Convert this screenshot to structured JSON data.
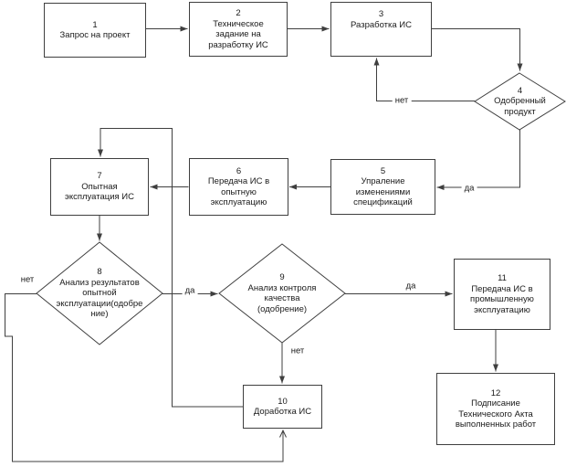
{
  "flowchart": {
    "nodes": {
      "n1": {
        "num": "1",
        "label": "Запрос на проект"
      },
      "n2": {
        "num": "2",
        "label": "Техническое задание на разработку ИС"
      },
      "n3": {
        "num": "3",
        "label": "Разработка ИС"
      },
      "n4": {
        "num": "4",
        "label": "Одобренный продукт"
      },
      "n5": {
        "num": "5",
        "label": "Упраление изменениями спецификаций"
      },
      "n6": {
        "num": "6",
        "label": "Передача ИС в опытную эксплуатацию"
      },
      "n7": {
        "num": "7",
        "label": "Опытная эксплуатация ИС"
      },
      "n8": {
        "num": "8",
        "label": "Анализ результатов опытной эксплуатации(одобрение)"
      },
      "n9": {
        "num": "9",
        "label": "Анализ контроля качества (одобрение)"
      },
      "n10": {
        "num": "10",
        "label": "Доработка ИС"
      },
      "n11": {
        "num": "11",
        "label": "Передача ИС в промышленную эксплуатацию"
      },
      "n12": {
        "num": "12",
        "label": "Подписание Технического Акта выполненных работ"
      }
    },
    "edge_labels": {
      "d4_no": "нет",
      "d4_yes": "да",
      "d8_no": "нет",
      "d8_yes": "да",
      "d9_yes": "да",
      "d9_no": "нет"
    },
    "colors": {
      "line": "#3f3f3f",
      "text": "#1a1a1a",
      "background": "#ffffff"
    }
  }
}
